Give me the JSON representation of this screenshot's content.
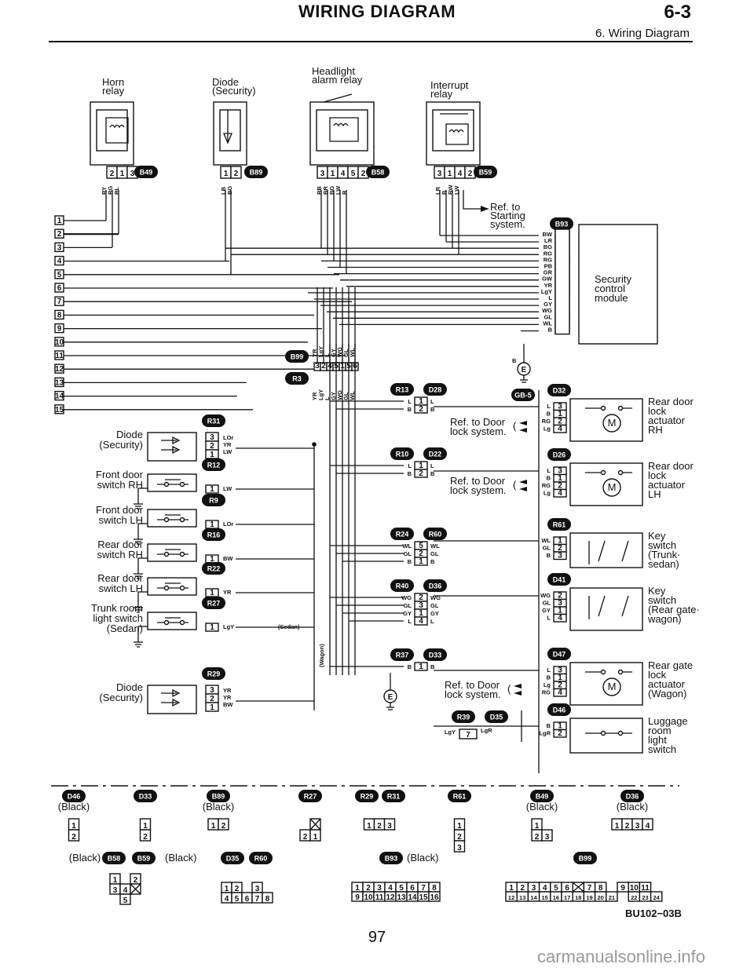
{
  "header": {
    "title": "WIRING DIAGRAM",
    "section": "6-3",
    "subtitle": "6. Wiring Diagram"
  },
  "top_components": [
    {
      "id": "horn",
      "label": "Horn\nrelay",
      "conn": "B49",
      "pins": [
        "2",
        "1",
        "3"
      ],
      "wires": [
        "RY",
        "RG",
        "RL"
      ]
    },
    {
      "id": "diode-top",
      "label": "Diode\n(Security)",
      "conn": "B89",
      "pins": [
        "1",
        "2"
      ],
      "wires": [
        "LB",
        "BG"
      ]
    },
    {
      "id": "headlight",
      "label": "Headlight\nalarm relay",
      "conn": "B58",
      "pins": [
        "3",
        "1",
        "4",
        "5",
        "2"
      ],
      "wires": [
        "RB",
        "BR",
        "BG",
        "LW",
        "R"
      ]
    },
    {
      "id": "interrupt",
      "label": "Interrupt\nrelay",
      "conn": "B59",
      "pins": [
        "3",
        "1",
        "4",
        "2"
      ],
      "wires": [
        "LR",
        "B",
        "BW",
        "LW"
      ]
    }
  ],
  "ref_starting": "Ref. to\nStarting\nsystem.",
  "module": {
    "label": "Security\ncontrol\nmodule",
    "conn": "B93",
    "rows": [
      {
        "wire": "BW",
        "pin": "5"
      },
      {
        "wire": "LR",
        "pin": "8"
      },
      {
        "wire": "BG",
        "pin": "6"
      },
      {
        "wire": "RG",
        "pin": "12"
      },
      {
        "wire": "RG",
        "pin": "13"
      },
      {
        "wire": "PB",
        "pin": "7"
      },
      {
        "wire": "GR",
        "pin": "6"
      },
      {
        "wire": "GW",
        "pin": "10"
      },
      {
        "wire": "YR",
        "pin": "4"
      },
      {
        "wire": "LgY",
        "pin": "11"
      },
      {
        "wire": "L",
        "pin": "1"
      },
      {
        "wire": "GY",
        "pin": "2"
      },
      {
        "wire": "WG",
        "pin": "14"
      },
      {
        "wire": "GL",
        "pin": "3"
      },
      {
        "wire": "WL",
        "pin": "15"
      },
      {
        "wire": "B",
        "pin": "9"
      }
    ]
  },
  "left_numbers": [
    "1",
    "2",
    "3",
    "4",
    "5",
    "6",
    "7",
    "8",
    "9",
    "10",
    "11",
    "12",
    "13",
    "14",
    "15"
  ],
  "b99": {
    "conn": "B99",
    "wires": [
      "YR",
      "LgY",
      "L",
      "GY",
      "WG",
      "GL",
      "WL"
    ],
    "pins": [
      "3",
      "2",
      "4",
      "5",
      "1",
      "5",
      "6"
    ]
  },
  "r3": {
    "conn": "R3",
    "wires": [
      "YR",
      "LgY",
      "L",
      "GY",
      "WG",
      "GL",
      "WL"
    ]
  },
  "ground_gb5": "GB-5",
  "left_components": [
    {
      "label": "Diode\n(Security)",
      "conn": "R31",
      "pins": [
        "3",
        "2",
        "1"
      ],
      "wires": [
        "LOr",
        "YR",
        "LW"
      ]
    },
    {
      "label": "Front door\nswitch RH",
      "conn": "R12",
      "pins": [
        "1"
      ],
      "wires": [
        "LW"
      ]
    },
    {
      "label": "Front door\nswitch LH",
      "conn": "R9",
      "pins": [
        "1"
      ],
      "wires": [
        "LOr"
      ]
    },
    {
      "label": "Rear door\nswitch RH",
      "conn": "R16",
      "pins": [
        "1"
      ],
      "wires": [
        "BW"
      ]
    },
    {
      "label": "Rear door\nswitch LH",
      "conn": "R22",
      "pins": [
        "1"
      ],
      "wires": [
        "YR"
      ]
    },
    {
      "label": "Trunk room\nlight switch\n(Sedan)",
      "conn": "R27",
      "pins": [
        "1"
      ],
      "wires": [
        "LgY"
      ],
      "note": "(Sedan)"
    },
    {
      "label": "Diode\n(Security)",
      "conn": "R29",
      "pins": [
        "3",
        "2",
        "1"
      ],
      "wires": [
        "YR",
        "YR",
        "BW"
      ]
    }
  ],
  "wagon_note": "(Wagon)",
  "mid_connectors": [
    {
      "a": "R13",
      "b": "D28",
      "pins": [
        "1",
        "2"
      ],
      "left": [
        "L",
        "B"
      ],
      "right": [
        "L",
        "B"
      ]
    },
    {
      "a": "R10",
      "b": "D22",
      "pins": [
        "1",
        "2"
      ],
      "left": [
        "L",
        "B"
      ],
      "right": [
        "L",
        "B"
      ]
    },
    {
      "a": "R24",
      "b": "R60",
      "pins": [
        "5",
        "2",
        "1"
      ],
      "left": [
        "WL",
        "GL",
        "B"
      ],
      "right": [
        "WL",
        "GL",
        "B"
      ]
    },
    {
      "a": "R40",
      "b": "D36",
      "pins": [
        "2",
        "3",
        "1",
        "4"
      ],
      "left": [
        "WG",
        "GL",
        "GY",
        "L"
      ],
      "right": [
        "WG",
        "GL",
        "GY",
        "L"
      ]
    },
    {
      "a": "R37",
      "b": "D33",
      "pins": [
        "1"
      ],
      "left": [
        "B"
      ],
      "right": [
        "B"
      ]
    },
    {
      "a": "R39",
      "b": "D35",
      "pins": [
        "7"
      ],
      "left": [
        "LgY"
      ],
      "right": [
        "LgR"
      ]
    }
  ],
  "ref_door": "Ref. to Door\nlock system.",
  "right_components": [
    {
      "label": "Rear door\nlock\nactuator\nRH",
      "conn": "D32",
      "pins": [
        "3",
        "1",
        "2",
        "4"
      ],
      "wires": [
        "L",
        "B",
        "RG",
        "Lg"
      ]
    },
    {
      "label": "Rear door\nlock\nactuator\nLH",
      "conn": "D26",
      "pins": [
        "3",
        "1",
        "2",
        "4"
      ],
      "wires": [
        "L",
        "B",
        "RG",
        "Lg"
      ]
    },
    {
      "label": "Key\nswitch\n(Trunk·\nsedan)",
      "conn": "R61",
      "pins": [
        "1",
        "2",
        "3"
      ],
      "wires": [
        "WL",
        "GL",
        "B"
      ]
    },
    {
      "label": "Key\nswitch\n(Rear gate·\nwagon)",
      "conn": "D41",
      "pins": [
        "2",
        "3",
        "1",
        "4"
      ],
      "wires": [
        "WG",
        "GL",
        "GY",
        "L"
      ]
    },
    {
      "label": "Rear gate\nlock\nactuator\n(Wagon)",
      "conn": "D47",
      "pins": [
        "3",
        "1",
        "2",
        "4"
      ],
      "wires": [
        "L",
        "B",
        "Lg",
        "RG"
      ]
    },
    {
      "label": "Luggage\nroom\nlight\nswitch",
      "conn": "D46",
      "pins": [
        "1",
        "2"
      ],
      "wires": [
        "B",
        "LgR"
      ]
    }
  ],
  "legend_row1": [
    {
      "conns": [
        "D46"
      ],
      "color": "(Black)",
      "layout": [
        [
          "1"
        ],
        [
          "2"
        ]
      ]
    },
    {
      "conns": [
        "D33"
      ],
      "color": "",
      "layout": [
        [
          "1"
        ],
        [
          "2"
        ]
      ]
    },
    {
      "conns": [
        "B89"
      ],
      "color": "(Black)",
      "layout": [
        [
          "1",
          "2"
        ]
      ]
    },
    {
      "conns": [
        "R27"
      ],
      "color": "",
      "layout": [
        [
          "",
          "X"
        ],
        [
          "2",
          "1"
        ]
      ]
    },
    {
      "conns": [
        "R29",
        "R31"
      ],
      "color": "",
      "layout": [
        [
          "1",
          "2",
          "3"
        ]
      ]
    },
    {
      "conns": [
        "R61"
      ],
      "color": "",
      "layout": [
        [
          "1"
        ],
        [
          "2"
        ],
        [
          "3"
        ]
      ]
    },
    {
      "conns": [
        "B49"
      ],
      "color": "(Black)",
      "layout": [
        [
          "1"
        ],
        [
          "2",
          "3"
        ]
      ]
    },
    {
      "conns": [
        "D36"
      ],
      "color": "(Black)",
      "layout": [
        [
          "1",
          "2",
          "3",
          "4"
        ]
      ]
    }
  ],
  "legend_row2": [
    {
      "conns": [
        "B58",
        "B59"
      ],
      "left_color": "(Black)",
      "right_color": "(Black)",
      "layout": [
        [
          "1",
          "",
          "2"
        ],
        [
          "3",
          "4",
          "X"
        ],
        [
          "",
          "5",
          ""
        ]
      ]
    },
    {
      "conns": [
        "D35",
        "R60"
      ],
      "layout": [
        [
          "1",
          "2",
          "",
          "3"
        ],
        [
          "4",
          "5",
          "6",
          "7",
          "8"
        ]
      ]
    },
    {
      "conns": [
        "B93"
      ],
      "color": "(Black)",
      "layout": [
        [
          "1",
          "2",
          "3",
          "4",
          "5",
          "6",
          "7",
          "8"
        ],
        [
          "9",
          "10",
          "11",
          "12",
          "13",
          "14",
          "15",
          "16"
        ]
      ]
    },
    {
      "conns": [
        "B99"
      ],
      "layout": [
        [
          "1",
          "2",
          "3",
          "4",
          "5",
          "6",
          "X",
          "7",
          "8",
          "",
          "9",
          "10",
          "11"
        ],
        [
          "12",
          "13",
          "14",
          "15",
          "16",
          "17",
          "18",
          "19",
          "20",
          "21",
          "",
          "22",
          "23",
          "24"
        ]
      ]
    }
  ],
  "diagram_code": "BU102−03B",
  "page_number": "97",
  "watermark": "carmanualsonline.info"
}
